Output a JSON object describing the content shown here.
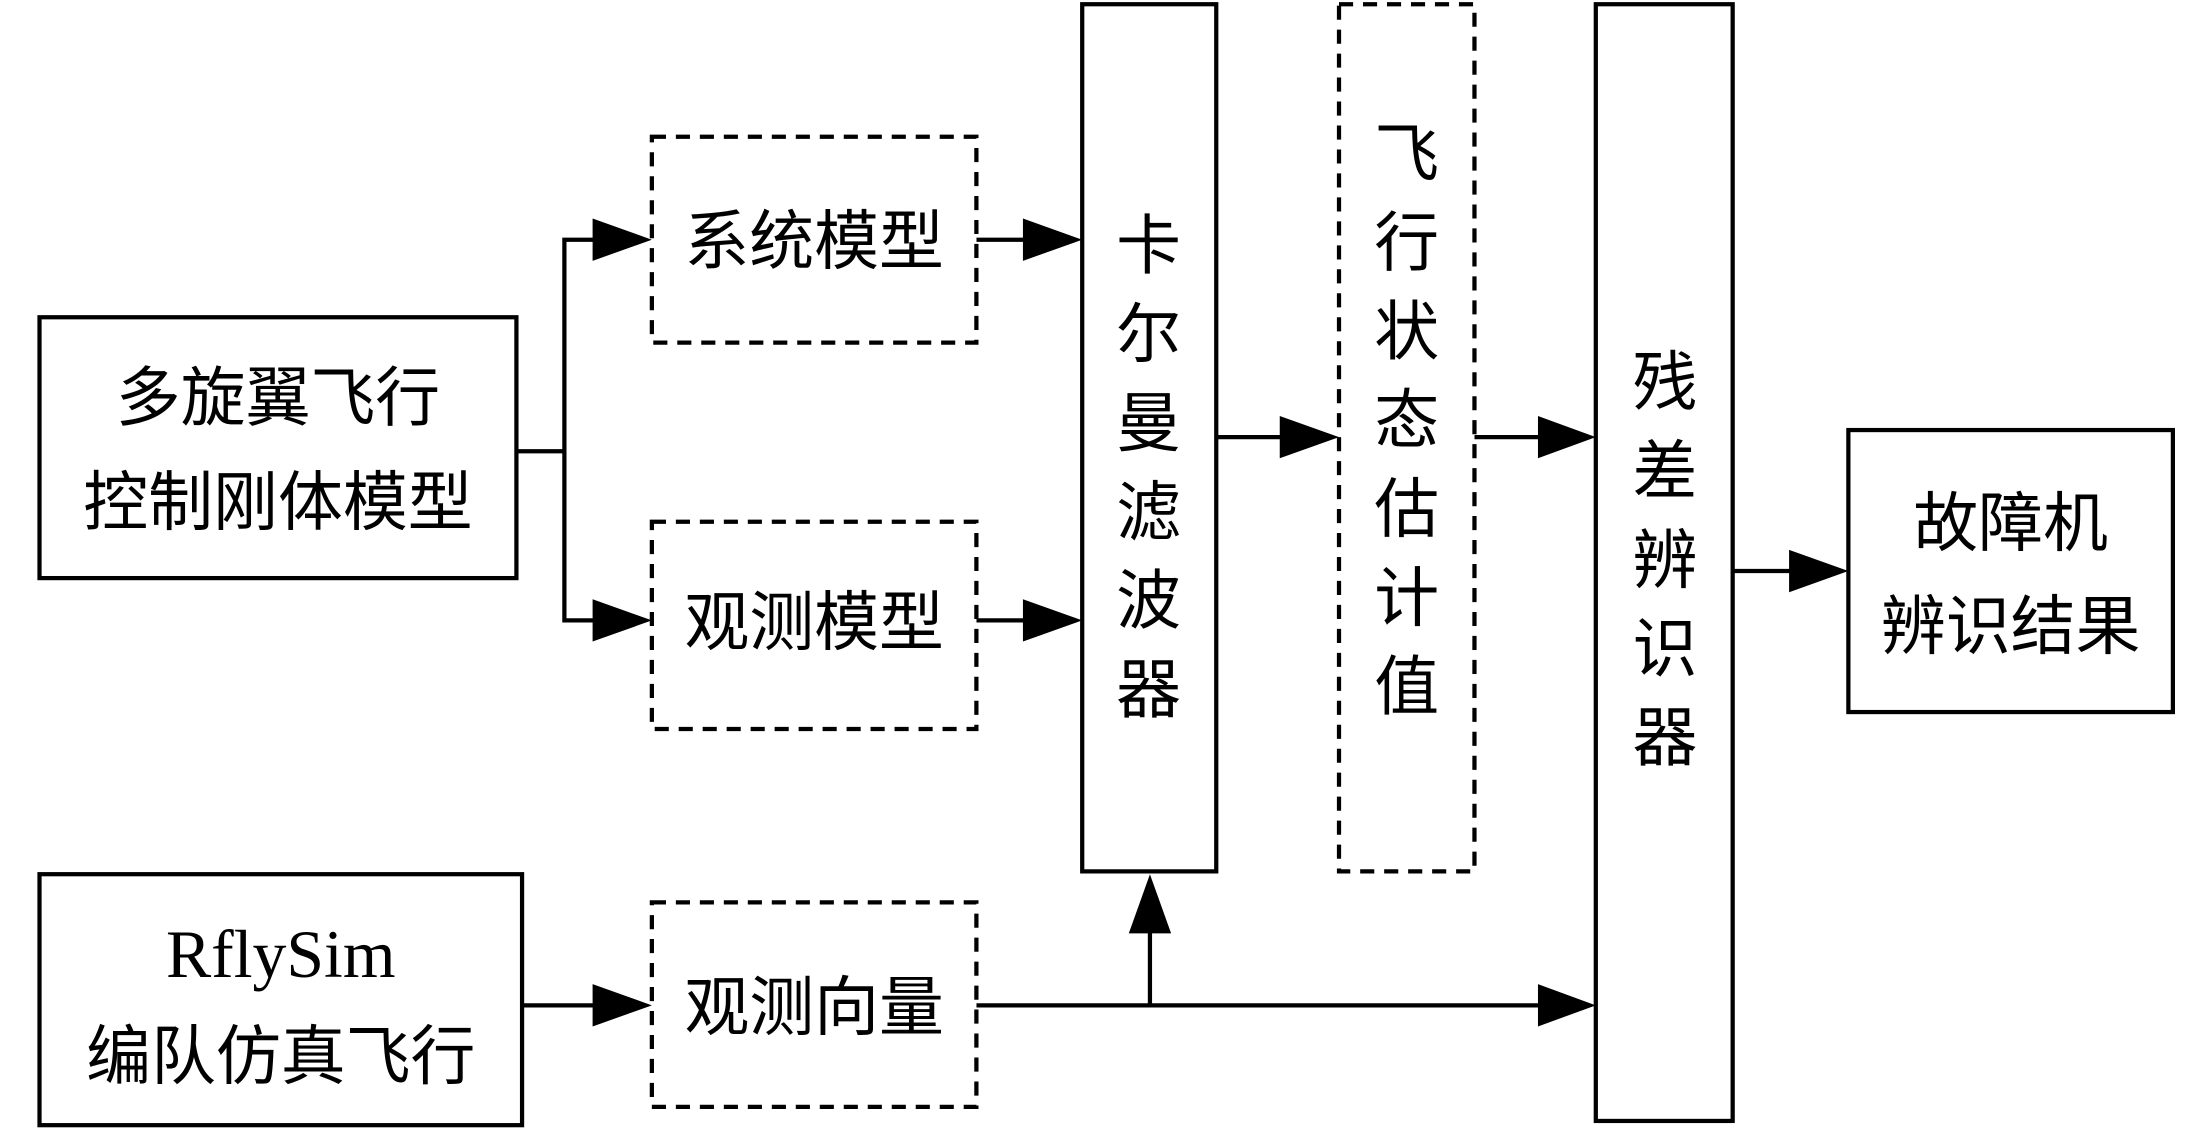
{
  "diagram": {
    "nodes": {
      "multirotor_model": {
        "lines": [
          "多旋翼飞行",
          "控制刚体模型"
        ],
        "style": "solid"
      },
      "rflysim": {
        "lines": [
          "RflySim",
          "编队仿真飞行"
        ],
        "style": "solid"
      },
      "system_model": {
        "lines": [
          "系统模型"
        ],
        "style": "dashed"
      },
      "observation_model": {
        "lines": [
          "观测模型"
        ],
        "style": "dashed"
      },
      "observation_vector": {
        "lines": [
          "观测向量"
        ],
        "style": "dashed"
      },
      "kalman_filter": {
        "vertical_chars": [
          "卡",
          "尔",
          "曼",
          "滤",
          "波",
          "器"
        ],
        "style": "solid"
      },
      "flight_state_estimate": {
        "vertical_chars": [
          "飞",
          "行",
          "状",
          "态",
          "估",
          "计",
          "值"
        ],
        "style": "dashed"
      },
      "residual_identifier": {
        "vertical_chars": [
          "残",
          "差",
          "辨",
          "识",
          "器"
        ],
        "style": "solid"
      },
      "fault_result": {
        "lines": [
          "故障机",
          "辨识结果"
        ],
        "style": "solid"
      }
    },
    "edges": [
      {
        "from": "multirotor_model",
        "to": "system_model"
      },
      {
        "from": "multirotor_model",
        "to": "observation_model"
      },
      {
        "from": "system_model",
        "to": "kalman_filter"
      },
      {
        "from": "observation_model",
        "to": "kalman_filter"
      },
      {
        "from": "rflysim",
        "to": "observation_vector"
      },
      {
        "from": "observation_vector",
        "to": "kalman_filter"
      },
      {
        "from": "observation_vector",
        "to": "residual_identifier"
      },
      {
        "from": "kalman_filter",
        "to": "flight_state_estimate"
      },
      {
        "from": "flight_state_estimate",
        "to": "residual_identifier"
      },
      {
        "from": "residual_identifier",
        "to": "fault_result"
      }
    ]
  }
}
